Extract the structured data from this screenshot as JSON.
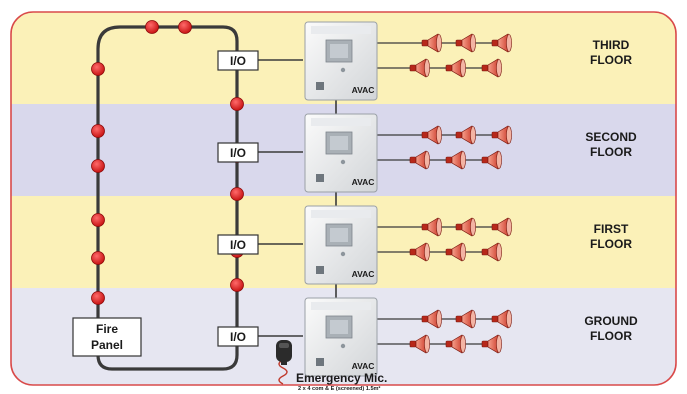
{
  "colors": {
    "frame": "#d94a4a",
    "band_yellow": "#fbf1b8",
    "band_lavender": "#d9d8ec",
    "band_ground": "#e6e6f1",
    "wire": "#3a3a3a",
    "node": "#e01b1b",
    "speaker": "#d84a3a"
  },
  "floors": [
    {
      "line1": "THIRD",
      "line2": "FLOOR",
      "io_label": "I/O",
      "avac_label": "AVAC",
      "band": "yellow"
    },
    {
      "line1": "SECOND",
      "line2": "FLOOR",
      "io_label": "I/O",
      "avac_label": "AVAC",
      "band": "lavender"
    },
    {
      "line1": "FIRST",
      "line2": "FLOOR",
      "io_label": "I/O",
      "avac_label": "AVAC",
      "band": "yellow"
    },
    {
      "line1": "GROUND",
      "line2": "FLOOR",
      "io_label": "I/O",
      "avac_label": "AVAC",
      "band": "ground"
    }
  ],
  "fire_panel": {
    "line1": "Fire",
    "line2": "Panel"
  },
  "emergency_mic": {
    "title": "Emergency Mic.",
    "cable": "2 x 4 com & E (screened) 1.5m²"
  },
  "icons": {
    "speaker": "horn-speaker-icon",
    "microphone": "microphone-icon",
    "unit": "avac-unit-icon"
  }
}
